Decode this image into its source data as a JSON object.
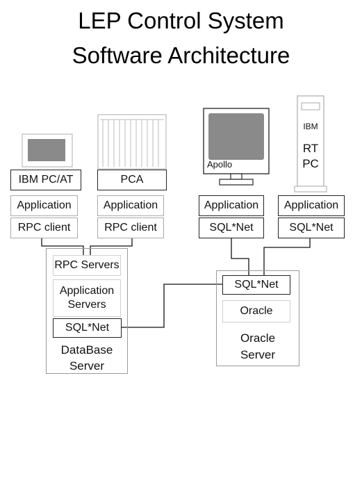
{
  "title_line1": "LEP Control System",
  "title_line2": "Software Architecture",
  "columns": {
    "ibm_pc": {
      "platform": "IBM PC/AT",
      "application": "Application",
      "middleware": "RPC client"
    },
    "pca": {
      "platform": "PCA",
      "application": "Application",
      "middleware": "RPC client"
    },
    "apollo": {
      "device_label": "Apollo",
      "application": "Application",
      "middleware": "SQL*Net"
    },
    "ibm_rt": {
      "brand": "IBM",
      "model_line1": "RT",
      "model_line2": "PC",
      "application": "Application",
      "middleware": "SQL*Net"
    }
  },
  "database_server": {
    "rpc_servers": "RPC Servers",
    "app_servers_line1": "Application",
    "app_servers_line2": "Servers",
    "sqlnet": "SQL*Net",
    "label_line1": "DataBase",
    "label_line2": "Server"
  },
  "oracle_server": {
    "sqlnet": "SQL*Net",
    "oracle": "Oracle",
    "label_line1": "Oracle",
    "label_line2": "Server"
  },
  "icons": [
    "ibm-pc-monitor-icon",
    "pca-crate-icon",
    "apollo-workstation-icon",
    "ibm-rt-tower-icon"
  ],
  "colors": {
    "screen_gray": "#8a8a8a",
    "line": "#111111"
  }
}
